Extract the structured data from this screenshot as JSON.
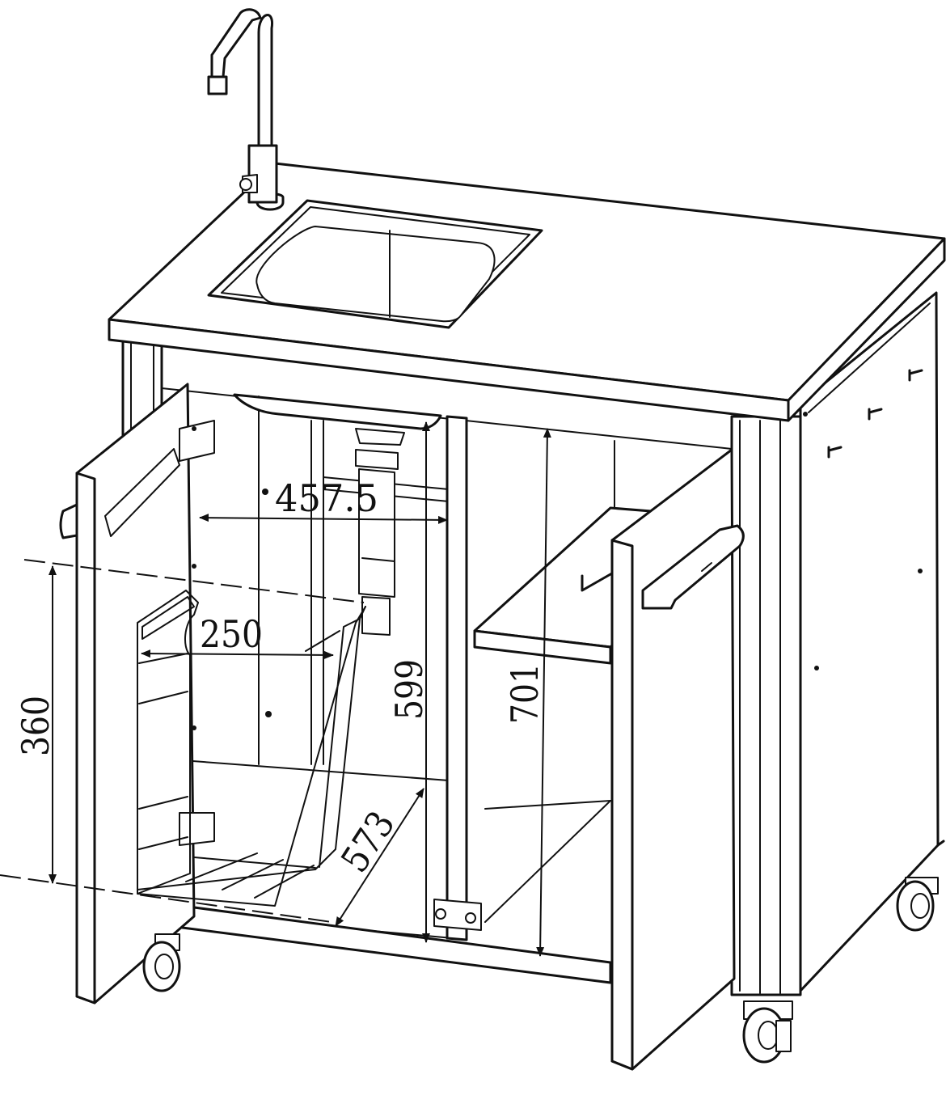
{
  "dimensions": {
    "width_label": "457.5",
    "basket_width_label": "250",
    "basket_height_label": "360",
    "inner_height_label": "599",
    "outer_height_label": "701",
    "depth_label": "573"
  }
}
